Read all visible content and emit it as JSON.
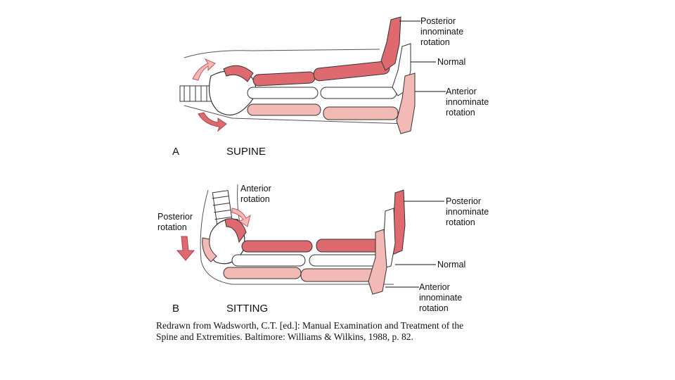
{
  "panel_a": {
    "letter": "A",
    "position": "SUPINE",
    "labels": {
      "posterior": [
        "Posterior",
        "innominate",
        "rotation"
      ],
      "normal": "Normal",
      "anterior": [
        "Anterior",
        "innominate",
        "rotation"
      ]
    }
  },
  "panel_b": {
    "letter": "B",
    "position": "SITTING",
    "labels": {
      "pelvis_anterior": [
        "Anterior",
        "rotation"
      ],
      "pelvis_posterior": [
        "Posterior",
        "rotation"
      ],
      "posterior": [
        "Posterior",
        "innominate",
        "rotation"
      ],
      "normal": "Normal",
      "anterior": [
        "Anterior",
        "innominate",
        "rotation"
      ]
    }
  },
  "caption": [
    "Redrawn from Wadsworth, C.T. [ed.]: Manual Examination and Treatment of the",
    "Spine and Extremities. Baltimore: Williams & Wilkins, 1988, p. 82."
  ],
  "colors": {
    "posterior": "#de6a6f",
    "anterior": "#f2b9b5",
    "normal": "#ffffff",
    "outline": "#333333"
  }
}
